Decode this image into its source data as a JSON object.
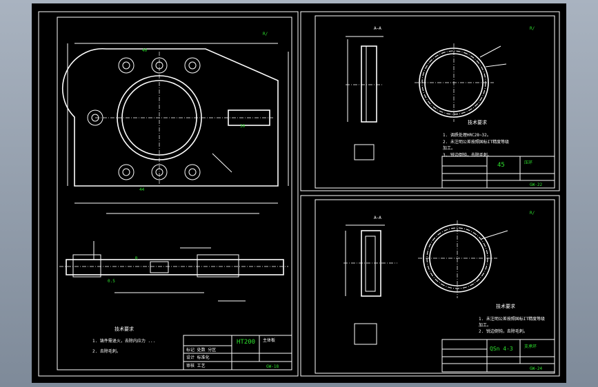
{
  "sheets": [
    {
      "id": "left",
      "corner_mark": "R/",
      "dims": [
        "40",
        "30",
        "44",
        "0.5",
        "R"
      ],
      "tech_title": "技术要求",
      "tech_lines": [
        "1. 铸件需退火，去除内应力 ...",
        "2. 去除毛刺。"
      ],
      "title_block": {
        "material": "HT200",
        "name": "主体板",
        "code": "GW-18",
        "rows": [
          "标记 处数 分区",
          "设计 标准化",
          "审核 工艺"
        ]
      }
    },
    {
      "id": "top-right",
      "corner_mark": "R/",
      "section_label": "A—A",
      "tech_title": "技术要求",
      "tech_lines": [
        "1. 调质处理HRC28~32。",
        "2. 未注明公差按照国标IT精度等级",
        "   加工。",
        "3. 锐边倒钝，去除毛刺。"
      ],
      "title_block": {
        "material": "45",
        "name": "压环",
        "code": "GW-22"
      }
    },
    {
      "id": "bottom-right",
      "corner_mark": "R/",
      "section_label": "A—A",
      "tech_title": "技术要求",
      "tech_lines": [
        "1. 未注明公差按照国标IT精度等级",
        "   加工。",
        "2. 锐边倒钝，去除毛刺。"
      ],
      "title_block": {
        "material": "QSn 4-3",
        "name": "支承环",
        "code": "GW-24"
      }
    }
  ]
}
